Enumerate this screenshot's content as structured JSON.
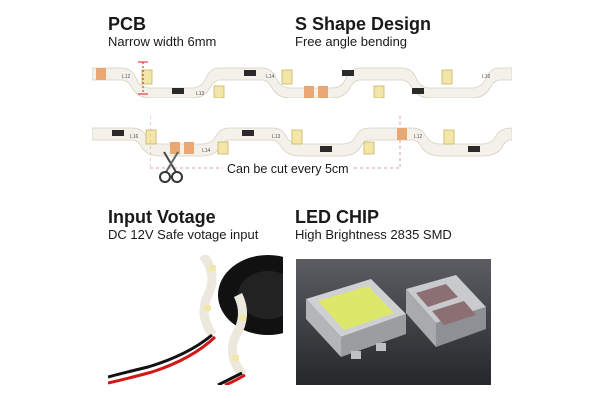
{
  "sections": {
    "pcb": {
      "title": "PCB",
      "subtitle": "Narrow width 6mm"
    },
    "s_shape": {
      "title": "S Shape Design",
      "subtitle": "Free angle bending"
    },
    "input": {
      "title": "Input Votage",
      "subtitle": "DC 12V Safe votage input"
    },
    "led_chip": {
      "title": "LED CHIP",
      "subtitle": "High Brightness 2835 SMD"
    }
  },
  "cut_note": "Can be cut every 5cm",
  "strip_labels": {
    "row1": [
      "L12",
      "L13",
      "L14",
      "L16"
    ],
    "row2": [
      "L16",
      "L14",
      "L13",
      "L12"
    ]
  },
  "colors": {
    "pcb_white": "#f4f1ea",
    "led_yellow": "#f2e6a8",
    "resistor_black": "#2a2a2a",
    "marker_red": "#cc2222",
    "wire_red": "#d01818",
    "wire_black": "#111111",
    "chip_face": "#dde86a"
  },
  "icons": [
    "scissors-icon"
  ]
}
